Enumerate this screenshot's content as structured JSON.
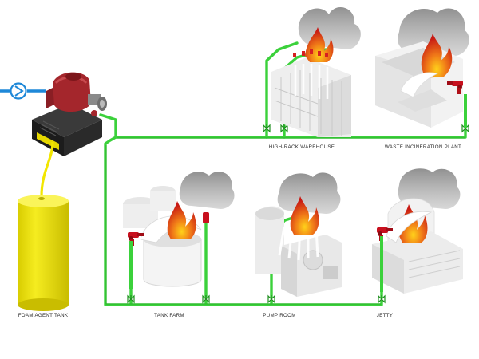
{
  "labels": {
    "foam_tank": "FOAM AGENT TANK",
    "tank_farm": "TANK FARM",
    "pump_room": "PUMP ROOM",
    "jetty": "JETTY",
    "warehouse": "HIGH-RACK WAREHOUSE",
    "incineration": "WASTE INCINERATION PLANT"
  },
  "colors": {
    "pipe_green": "#3bd13b",
    "foam_yellow": "#f2e600",
    "water_blue": "#1e88d8",
    "fire_red": "#d62020",
    "fire_orange": "#f07a18",
    "smoke_grey": "#9a9a9a",
    "pump_red": "#a4262c",
    "monitor_red": "#c8101e"
  },
  "icons": [
    "pump-symbol-icon",
    "valve-icon",
    "foam-monitor-icon",
    "flame-icon",
    "smoke-icon"
  ]
}
